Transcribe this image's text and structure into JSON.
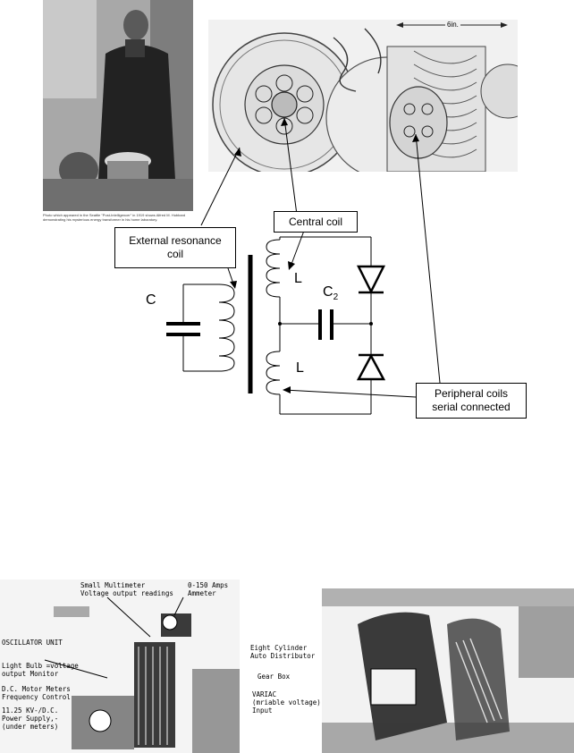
{
  "photo_top_left": {
    "caption": "Photo which appeared in the Seattle \"Post-Intelligencer\" in 1919 shows Alfred M. Hubbard demonstrating his mysterious energy transformer in his home laboratory."
  },
  "photo_top_right": {
    "dimension_label": "6in."
  },
  "callouts": {
    "central_coil": "Central coil",
    "external_coil_line1": "External resonance",
    "external_coil_line2": "coil",
    "peripheral_line1": "Peripheral coils",
    "peripheral_line2": "serial connected"
  },
  "circuit": {
    "capacitor_label": "C",
    "capacitor2_label": "C",
    "capacitor2_sub": "2",
    "inductor_top_label": "L",
    "inductor_bottom_label": "L"
  },
  "photo_bottom_left": {
    "title": "OSCILLATOR UNIT",
    "ann_multimeter_1": "Small Multimeter",
    "ann_multimeter_2": "Voltage output readings",
    "ann_ammeter_1": "0-150 Amps",
    "ann_ammeter_2": "Ammeter",
    "ann_bulb_1": "Light Bulb =voltage",
    "ann_bulb_2": "output Monitor",
    "ann_motor_1": "D.C. Motor Meters",
    "ann_motor_2": "Frequency Control",
    "ann_supply_1": "11.25 KV-/D.C.",
    "ann_supply_2": "Power Supply,-",
    "ann_supply_3": "(under meters)"
  },
  "photo_bottom_right": {
    "ann_distributor_1": "Eight Cylinder",
    "ann_distributor_2": "Auto Distributor",
    "ann_gearbox": "Gear Box",
    "ann_variac_1": "VARIAC",
    "ann_variac_2": "(mriable voltage)",
    "ann_variac_3": "Input"
  }
}
